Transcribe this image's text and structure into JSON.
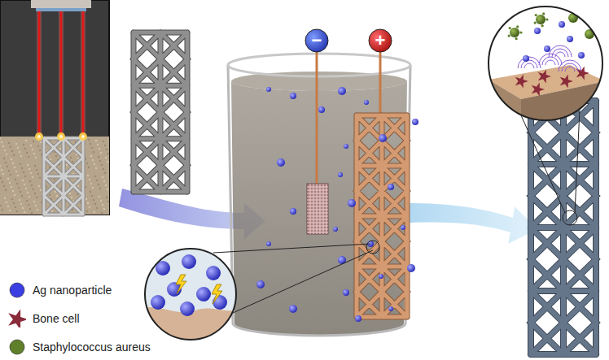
{
  "diagram": {
    "nodes": [
      {
        "text": [
          "−"
        ]
      },
      {
        "text": [
          "+"
        ]
      }
    ],
    "legend": [
      {
        "text": "Ag nanoparticle",
        "color": "#3b3ee0"
      },
      {
        "text": "Bone cell"
      },
      {
        "text": "Staphylococcus aureus",
        "color": "#5f7f2a"
      }
    ]
  }
}
